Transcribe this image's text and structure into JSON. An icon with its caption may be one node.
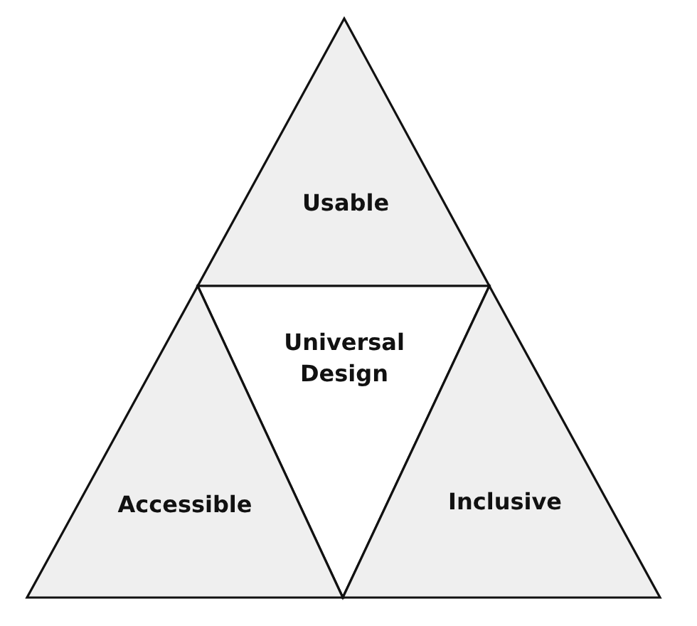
{
  "diagram": {
    "nodes": [
      {
        "text": [
          "Usable"
        ]
      },
      {
        "text": [
          "Universal Design"
        ]
      },
      {
        "text": [
          "Accessible"
        ]
      },
      {
        "text": [
          "Inclusive"
        ]
      }
    ]
  }
}
